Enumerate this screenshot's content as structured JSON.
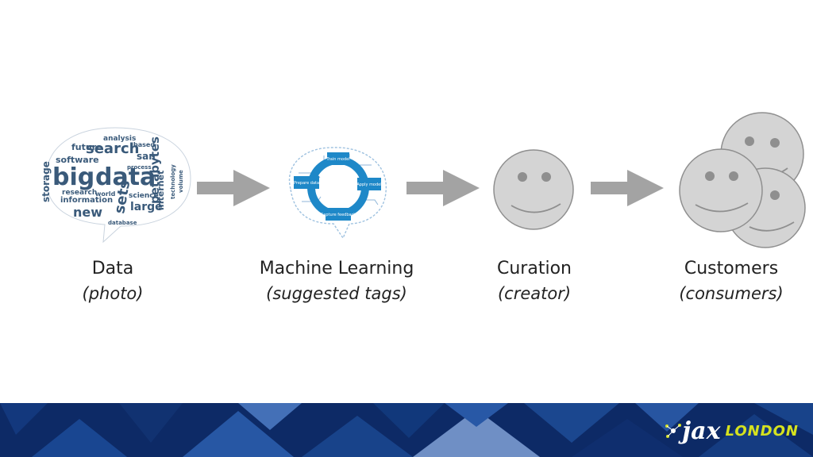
{
  "steps": [
    {
      "name": "Data",
      "sub": "(photo)"
    },
    {
      "name": "Machine Learning",
      "sub": "(suggested tags)"
    },
    {
      "name": "Curation",
      "sub": "(creator)"
    },
    {
      "name": "Customers",
      "sub": "(consumers)"
    }
  ],
  "word_cloud": {
    "words": [
      "big",
      "data",
      "search",
      "sets",
      "petabytes",
      "storage",
      "software",
      "information",
      "new",
      "large",
      "internet",
      "science",
      "research",
      "analysis",
      "future",
      "world",
      "based",
      "san",
      "technology",
      "volume",
      "database",
      "process"
    ]
  },
  "ml_cycle": {
    "labels": [
      "Train model",
      "Apply model",
      "Capture feedback",
      "Prepare data"
    ]
  },
  "logo": {
    "brand": "jax",
    "city": "LONDON"
  },
  "colors": {
    "arrow": "#a3a3a3",
    "face_fill": "#d4d4d4",
    "face_stroke": "#8f8f8f",
    "cloud_text": "#3a5a7a",
    "ml_blue": "#1e88c8",
    "footer_dark": "#0d2a66",
    "logo_accent": "#d6e21f"
  }
}
